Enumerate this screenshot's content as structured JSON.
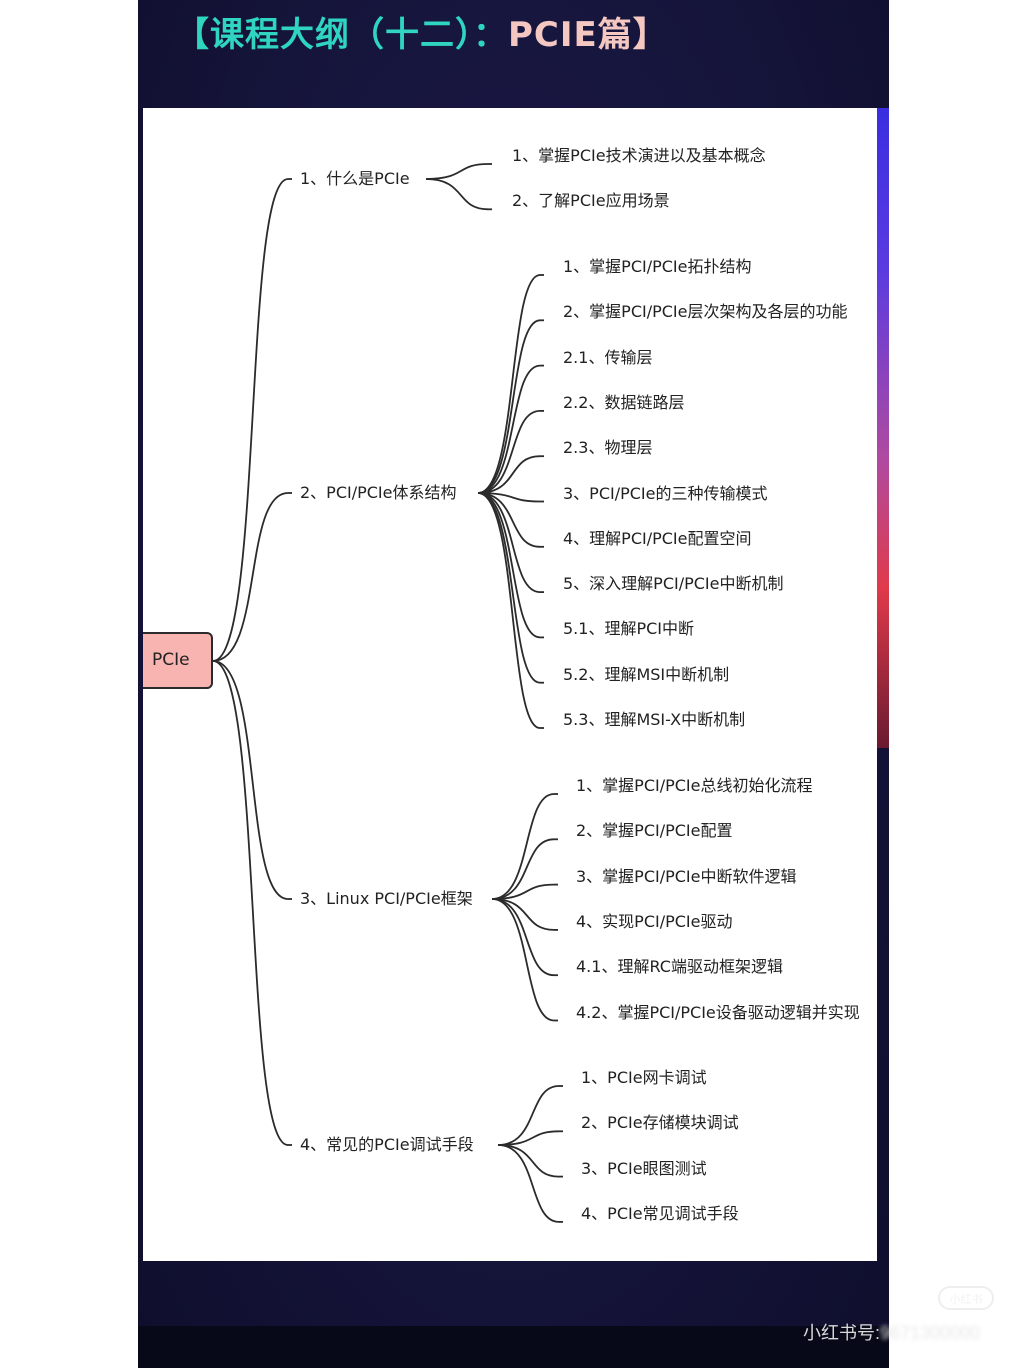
{
  "title": {
    "part1": "【课程大纲（十二）：",
    "part2": "PCIE篇】"
  },
  "root": "PCIe",
  "branches": [
    {
      "label": "1、什么是PCIe",
      "children": [
        "1、掌握PCIe技术演进以及基本概念",
        "2、了解PCIe应用场景"
      ]
    },
    {
      "label": "2、PCI/PCIe体系结构",
      "children": [
        "1、掌握PCI/PCIe拓扑结构",
        "2、掌握PCI/PCIe层次架构及各层的功能",
        "2.1、传输层",
        "2.2、数据链路层",
        "2.3、物理层",
        "3、PCI/PCIe的三种传输模式",
        "4、理解PCI/PCIe配置空间",
        "5、深入理解PCI/PCIe中断机制",
        "5.1、理解PCI中断",
        "5.2、理解MSI中断机制",
        "5.3、理解MSI-X中断机制"
      ]
    },
    {
      "label": "3、Linux PCI/PCIe框架",
      "children": [
        "1、掌握PCI/PCIe总线初始化流程",
        "2、掌握PCI/PCIe配置",
        "3、掌握PCI/PCIe中断软件逻辑",
        "4、实现PCI/PCIe驱动",
        "4.1、理解RC端驱动框架逻辑",
        "4.2、掌握PCI/PCIe设备驱动逻辑并实现"
      ]
    },
    {
      "label": "4、常见的PCIe调试手段",
      "children": [
        "1、PCIe网卡调试",
        "2、PCIe存储模块调试",
        "3、PCIe眼图测试",
        "4、PCIe常见调试手段"
      ]
    }
  ],
  "watermark": {
    "label": "小红书号:",
    "id": "9671300000"
  },
  "logo_badge": "小红书",
  "colors": {
    "background": "#15143a",
    "title_cyan": "#2fd5c0",
    "title_pink": "#f4c7c1",
    "root_fill": "#f7b4b0",
    "line": "#2b2b2b"
  }
}
